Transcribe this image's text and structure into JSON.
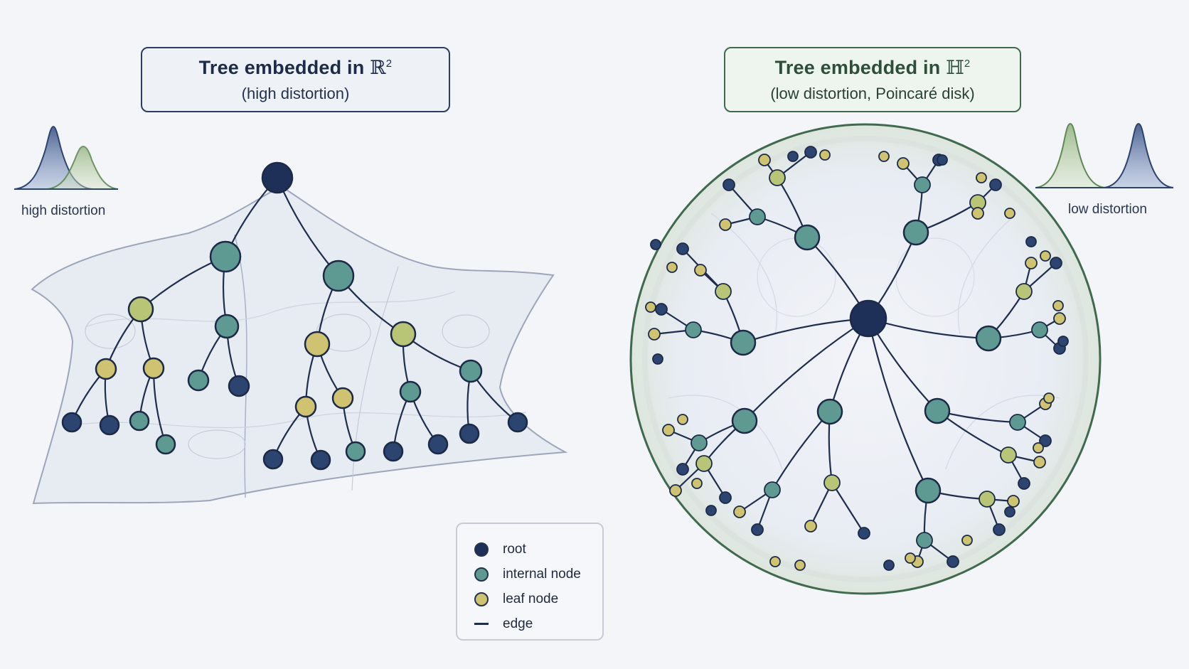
{
  "left_panel": {
    "title_prefix": "Tree embedded in ",
    "space_symbol": "ℝ",
    "space_exp": "2",
    "subtitle": "(high distortion)",
    "distortion_label": "high distortion"
  },
  "right_panel": {
    "title_prefix": "Tree embedded in ",
    "space_symbol": "ℍ",
    "space_exp": "2",
    "subtitle": "(low distortion, Poincaré disk)",
    "distortion_label": "low distortion"
  },
  "legend": {
    "items": [
      {
        "label": "root",
        "kind": "root"
      },
      {
        "label": "internal node",
        "kind": "internal"
      },
      {
        "label": "leaf node",
        "kind": "leaf"
      },
      {
        "label": "edge",
        "kind": "edge"
      }
    ]
  },
  "colors": {
    "root": "#1f3058",
    "internal": "#5e9a92",
    "leaf_olive": "#b8c476",
    "leaf_yellow": "#cfc270",
    "small": "#2c4470",
    "edge": "#1f2d4f",
    "disk_border": "#3f6a4e",
    "sheet_fill": "#e6eaf1",
    "navy_bell": "#3a5486",
    "green_bell": "#8fb07a"
  }
}
